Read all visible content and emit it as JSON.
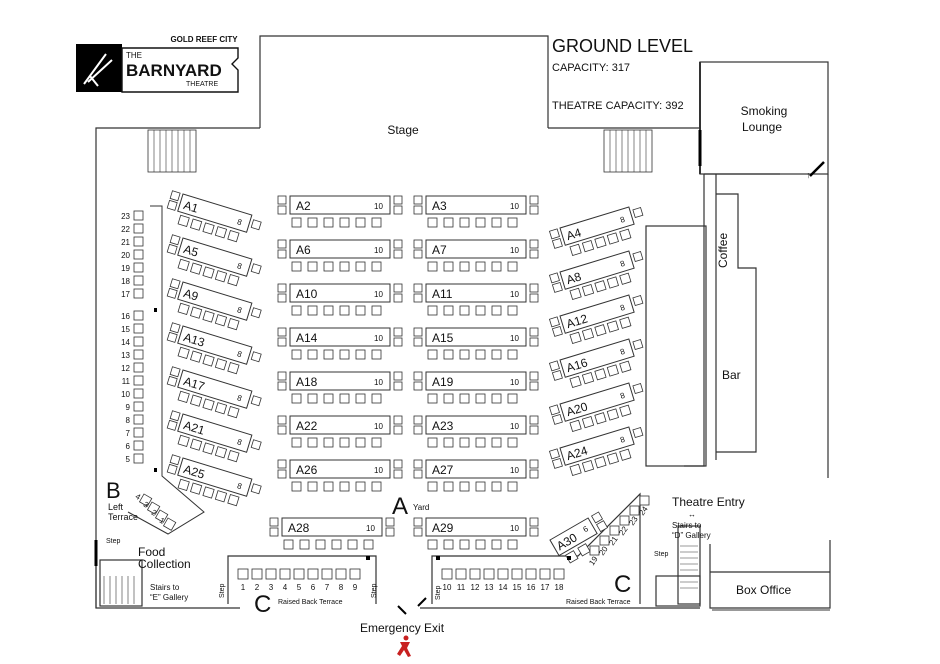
{
  "logo": {
    "top_line": "GOLD REEF CITY",
    "the": "THE",
    "name": "BARNYARD",
    "sub": "THEATRE"
  },
  "header": {
    "title": "GROUND LEVEL",
    "capacity": "CAPACITY: 317",
    "theatre_capacity": "THEATRE CAPACITY: 392"
  },
  "labels": {
    "stage": "Stage",
    "smoking_lounge_1": "Smoking",
    "smoking_lounge_2": "Lounge",
    "coffee": "Coffee",
    "bar": "Bar",
    "theatre_entry": "Theatre Entry",
    "box_office": "Box Office",
    "food_collection_1": "Food",
    "food_collection_2": "Collection",
    "stairs_e_1": "Stairs to",
    "stairs_e_2": "“E” Gallery",
    "stairs_d_1": "Stairs to",
    "stairs_d_2": "“D” Gallery",
    "step": "Step",
    "yard_letter": "A",
    "yard": "Yard",
    "left_terrace_letter": "B",
    "left_terrace_1": "Left",
    "left_terrace_2": "Terrace",
    "c_letter": "C",
    "raised_back_terrace": "Raised Back Terrace",
    "emergency_exit": "Emergency Exit"
  },
  "left_terrace_seats": [
    "23",
    "22",
    "21",
    "20",
    "19",
    "18",
    "17",
    "16",
    "15",
    "14",
    "13",
    "12",
    "11",
    "10",
    "9",
    "8",
    "7",
    "6",
    "5",
    "4",
    "3",
    "2",
    "1"
  ],
  "left_tables": [
    {
      "label": "A1",
      "capacity": "8"
    },
    {
      "label": "A5",
      "capacity": "8"
    },
    {
      "label": "A9",
      "capacity": "8"
    },
    {
      "label": "A13",
      "capacity": "8"
    },
    {
      "label": "A17",
      "capacity": "8"
    },
    {
      "label": "A21",
      "capacity": "8"
    },
    {
      "label": "A25",
      "capacity": "8"
    }
  ],
  "center_tables": [
    {
      "label": "A2",
      "capacity": "10"
    },
    {
      "label": "A3",
      "capacity": "10"
    },
    {
      "label": "A6",
      "capacity": "10"
    },
    {
      "label": "A7",
      "capacity": "10"
    },
    {
      "label": "A10",
      "capacity": "10"
    },
    {
      "label": "A11",
      "capacity": "10"
    },
    {
      "label": "A14",
      "capacity": "10"
    },
    {
      "label": "A15",
      "capacity": "10"
    },
    {
      "label": "A18",
      "capacity": "10"
    },
    {
      "label": "A19",
      "capacity": "10"
    },
    {
      "label": "A22",
      "capacity": "10"
    },
    {
      "label": "A23",
      "capacity": "10"
    },
    {
      "label": "A26",
      "capacity": "10"
    },
    {
      "label": "A27",
      "capacity": "10"
    },
    {
      "label": "A28",
      "capacity": "10"
    },
    {
      "label": "A29",
      "capacity": "10"
    }
  ],
  "right_tables": [
    {
      "label": "A4",
      "capacity": "8"
    },
    {
      "label": "A8",
      "capacity": "8"
    },
    {
      "label": "A12",
      "capacity": "8"
    },
    {
      "label": "A16",
      "capacity": "8"
    },
    {
      "label": "A20",
      "capacity": "8"
    },
    {
      "label": "A24",
      "capacity": "8"
    },
    {
      "label": "A30",
      "capacity": "6"
    }
  ],
  "back_terrace_left_seats": [
    "1",
    "2",
    "3",
    "4",
    "5",
    "6",
    "7",
    "8",
    "9"
  ],
  "back_terrace_right_seats": [
    "10",
    "11",
    "12",
    "13",
    "14",
    "15",
    "16",
    "17",
    "18"
  ],
  "right_terrace_seats": [
    "19",
    "20",
    "21",
    "22",
    "23",
    "24"
  ]
}
